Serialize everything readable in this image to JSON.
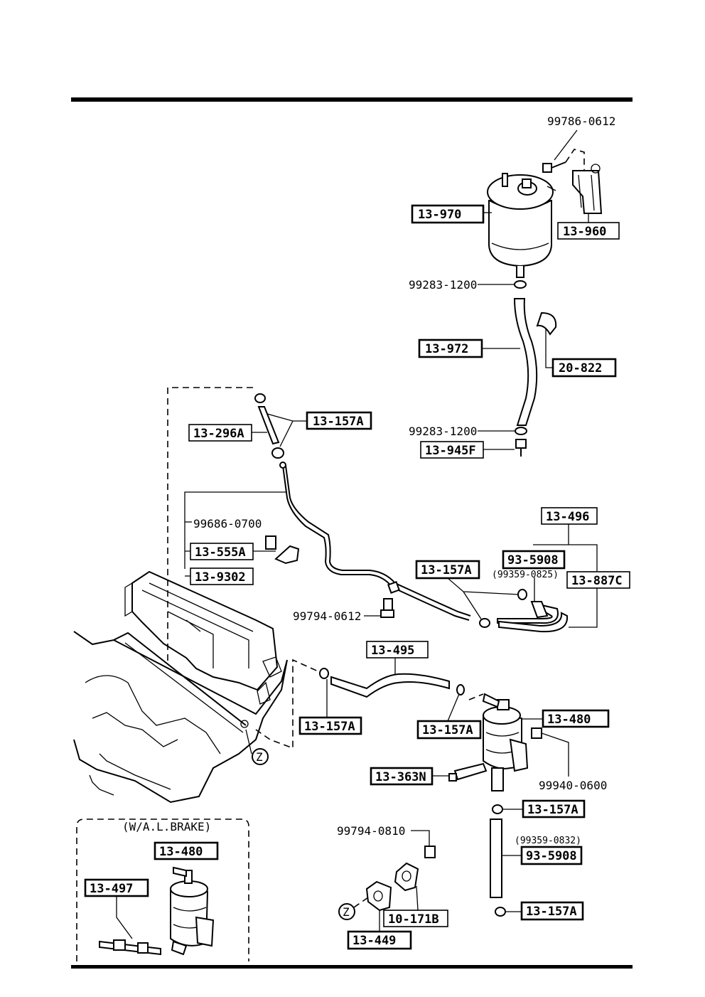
{
  "diagram": {
    "labels": {
      "p1": "99786-0612",
      "p2": "13-970",
      "p3": "13-960",
      "p4": "99283-1200",
      "p5": "13-972",
      "p6": "20-822",
      "p7": "99283-1200",
      "p8": "13-945F",
      "p9": "13-157A",
      "p10": "13-296A",
      "p11": "99686-0700",
      "p12": "13-555A",
      "p13": "13-9302",
      "p14": "13-496",
      "p15": "93-5908",
      "p16": "(99359-0825)",
      "p17": "13-887C",
      "p18": "13-157A",
      "p19": "99794-0612",
      "p20": "13-495",
      "p21": "13-157A",
      "p22": "13-157A",
      "p23": "13-480",
      "p24": "13-363N",
      "p25": "99940-0600",
      "p26": "13-157A",
      "p27": "(99359-0832)",
      "p28": "93-5908",
      "p29": "13-157A",
      "p30": "99794-0810",
      "p31": "10-171B",
      "p32": "13-449",
      "p33": "(W/A.L.BRAKE)",
      "p34": "13-480",
      "p35": "13-497",
      "z1": "Z",
      "z2": "Z"
    }
  }
}
